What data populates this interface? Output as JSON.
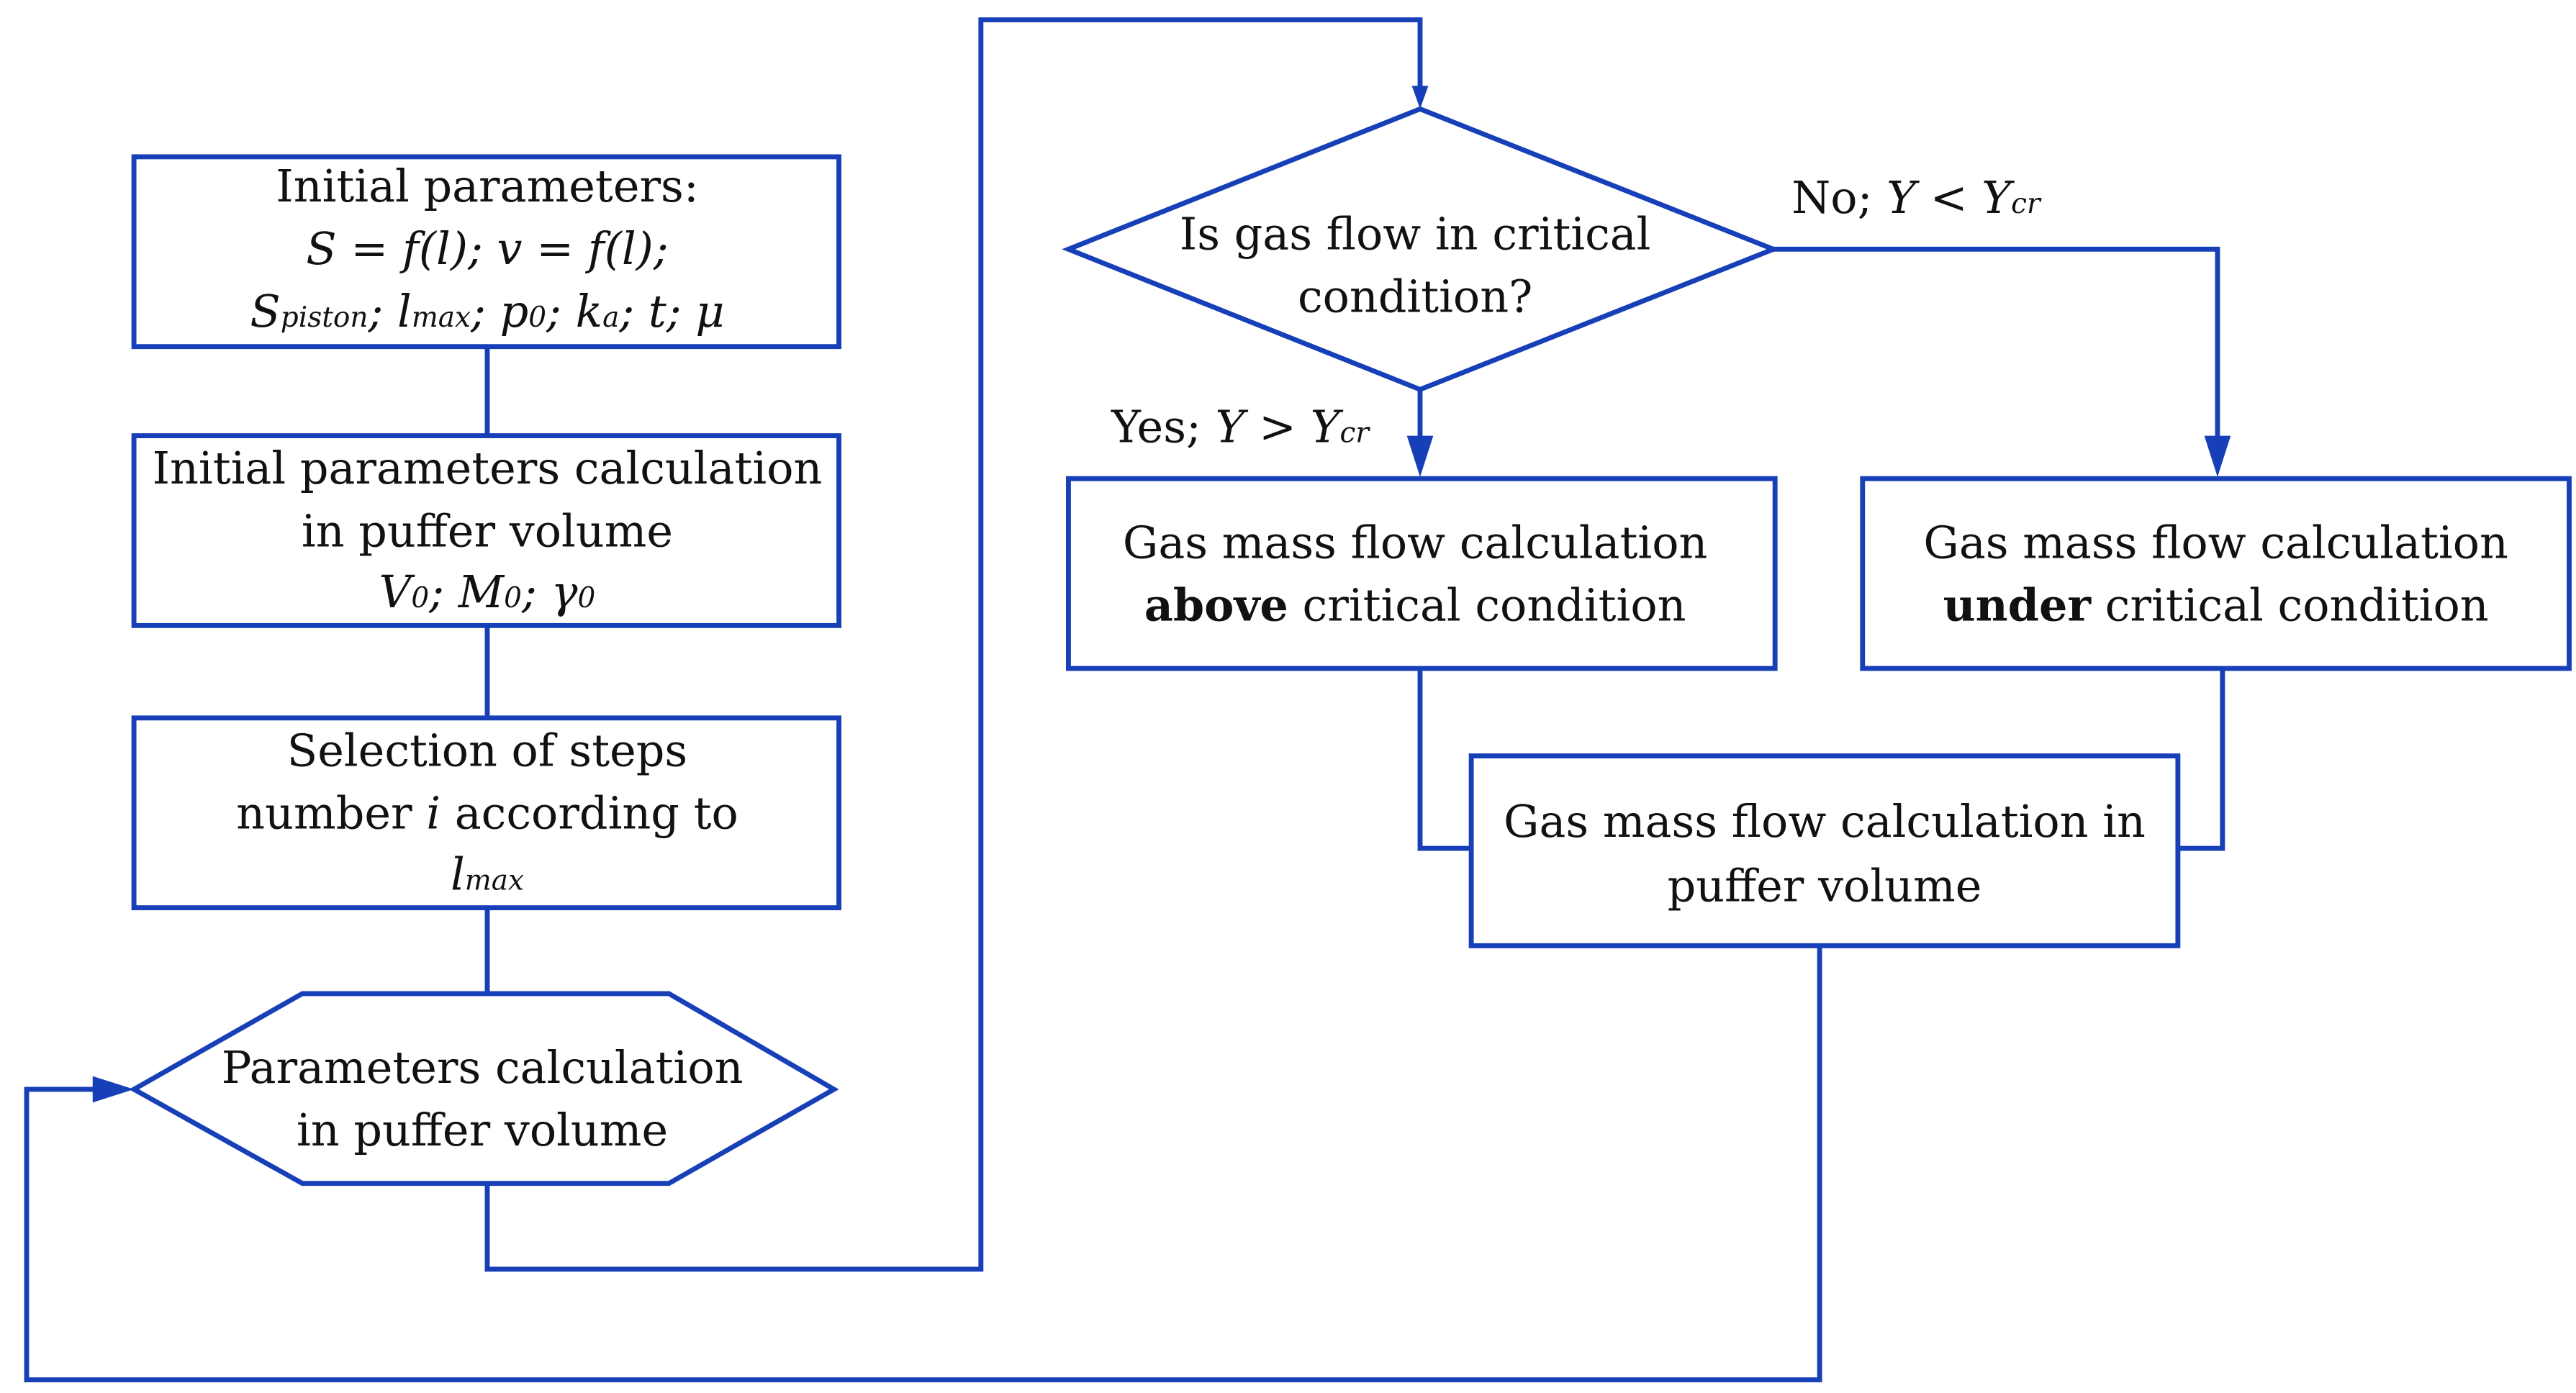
{
  "colors": {
    "stroke": "#1740b8",
    "text": "#111111"
  },
  "box_initial": {
    "title": "Initial parameters:",
    "line2": "S = f(l); v = f(l);",
    "s": "S",
    "s_sub": "piston",
    "l": "; l",
    "l_sub": "max",
    "p": "; p",
    "p_sub": "0",
    "k": "; k",
    "k_sub": "a",
    "rest": "; t; μ"
  },
  "box_initial_calc": {
    "line1": "Initial parameters calculation",
    "line2": "in puffer volume",
    "v": "V",
    "v_sub": "0",
    "m": "; M",
    "m_sub": "0",
    "g": "; γ",
    "g_sub": "0"
  },
  "box_steps": {
    "line1": "Selection of steps",
    "line2a": "number ",
    "line2i": "i",
    "line2b": " according to",
    "l": "l",
    "l_sub": "max"
  },
  "hex_params": {
    "line1": "Parameters calculation",
    "line2": "in puffer volume"
  },
  "decision": {
    "line1": "Is gas flow in critical",
    "line2": "condition?"
  },
  "label_yes": {
    "a": "Yes; ",
    "y": "Y > Y",
    "sub": "cr"
  },
  "label_no": {
    "a": "No; ",
    "y": "Y < Y",
    "sub": "cr"
  },
  "box_above": {
    "line1": "Gas mass flow calculation",
    "bold": "above",
    "rest": " critical condition"
  },
  "box_under": {
    "line1": "Gas mass flow calculation",
    "bold": "under",
    "rest": " critical condition"
  },
  "box_puffer": {
    "line1": "Gas mass flow calculation in",
    "line2": "puffer volume"
  }
}
